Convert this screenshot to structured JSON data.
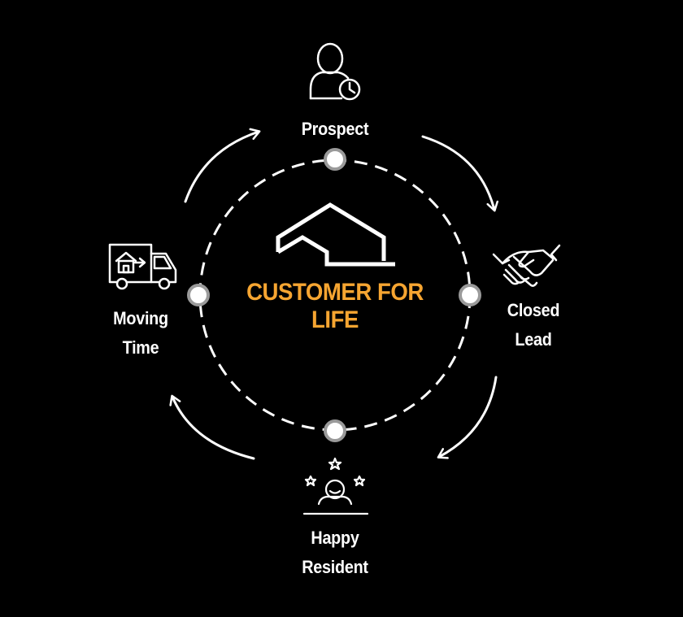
{
  "diagram": {
    "center_title": "CUSTOMER FOR LIFE",
    "colors": {
      "background": "#000000",
      "foreground": "#ffffff",
      "accent": "#f6a531",
      "node_ring": "#9a9a9a"
    },
    "stages": [
      {
        "id": "prospect",
        "lines": [
          "Prospect"
        ],
        "icon": "person-clock-icon"
      },
      {
        "id": "closed-lead",
        "lines": [
          "Closed",
          "Lead"
        ],
        "icon": "handshake-icon"
      },
      {
        "id": "happy-resident",
        "lines": [
          "Happy",
          "Resident"
        ],
        "icon": "happy-person-stars-icon"
      },
      {
        "id": "moving-time",
        "lines": [
          "Moving",
          "Time"
        ],
        "icon": "moving-truck-icon"
      }
    ],
    "center_icon": "house-outline-icon",
    "flow": "clockwise"
  }
}
